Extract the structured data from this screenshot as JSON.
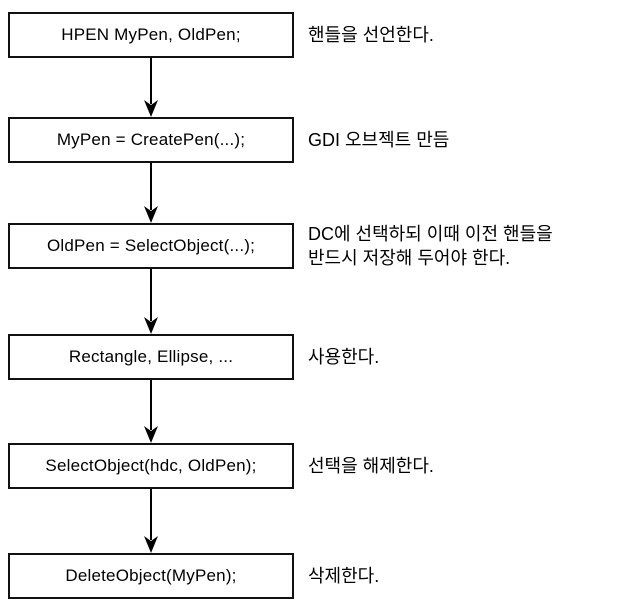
{
  "diagram": {
    "title": "GDI pen object lifecycle flowchart",
    "colors": {
      "line": "#000000",
      "box_border": "#111111",
      "background": "#ffffff",
      "text": "#000000"
    },
    "steps": [
      {
        "code": "HPEN MyPen, OldPen;",
        "note": "핸들을 선언한다."
      },
      {
        "code": "MyPen = CreatePen(...);",
        "note": "GDI 오브젝트 만듬"
      },
      {
        "code": "OldPen = SelectObject(...);",
        "note": "DC에 선택하되 이때 이전 핸들을\n반드시 저장해 두어야 한다."
      },
      {
        "code": "Rectangle, Ellipse, ...",
        "note": "사용한다."
      },
      {
        "code": "SelectObject(hdc, OldPen);",
        "note": "선택을 해제한다."
      },
      {
        "code": "DeleteObject(MyPen);",
        "note": "삭제한다."
      }
    ],
    "arrow_icon": "down-arrow"
  }
}
